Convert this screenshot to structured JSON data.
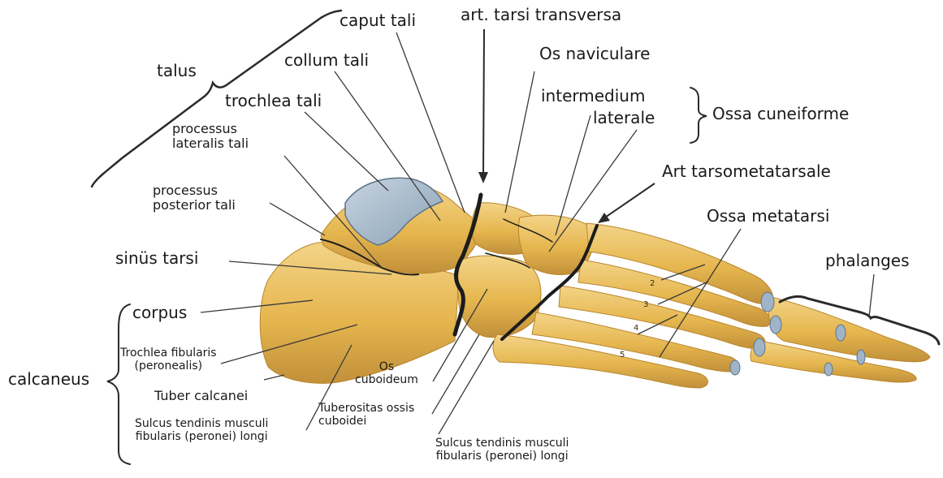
{
  "labels": {
    "talus": "talus",
    "caput_tali": "caput tali",
    "art_tarsi_transversa": "art. tarsi transversa",
    "collum_tali": "collum tali",
    "os_naviculare": "Os naviculare",
    "trochlea_tali": "trochlea tali",
    "intermedium": "intermedium",
    "laterale": "laterale",
    "ossa_cuneiforme": "Ossa cuneiforme",
    "processus_lateralis_tali": "processus\nlateralis tali",
    "art_tarsometatarsale": "Art tarsometatarsale",
    "processus_posterior_tali": "processus\nposterior tali",
    "ossa_metatarsi": "Ossa metatarsi",
    "sinus_tarsi": "sinüs tarsi",
    "phalanges": "phalanges",
    "corpus": "corpus",
    "trochlea_fibularis": "Trochlea fibularis\n(peronealis)",
    "calcaneus": "calcaneus",
    "os_cuboideum": "Os\ncuboideum",
    "tuber_calcanei": "Tuber calcanei",
    "tuberositas_ossis_cuboidei": "Tuberositas ossis\ncuboidei",
    "sulcus_left": "Sulcus tendinis musculi\nfibularis (peronei) longi",
    "sulcus_right": "Sulcus tendinis musculi\nfibularis (peronei) longi"
  },
  "metatarsal_numbers": [
    "2",
    "3",
    "4",
    "5"
  ],
  "colors": {
    "bone": "#e6b64e",
    "bone_light": "#f3d488",
    "bone_shadow": "#b9862c",
    "cartilage": "#9fb4c6",
    "joint_line": "#1c1c1c",
    "leader": "#3a3a3a",
    "text": "#1a1a1a"
  }
}
